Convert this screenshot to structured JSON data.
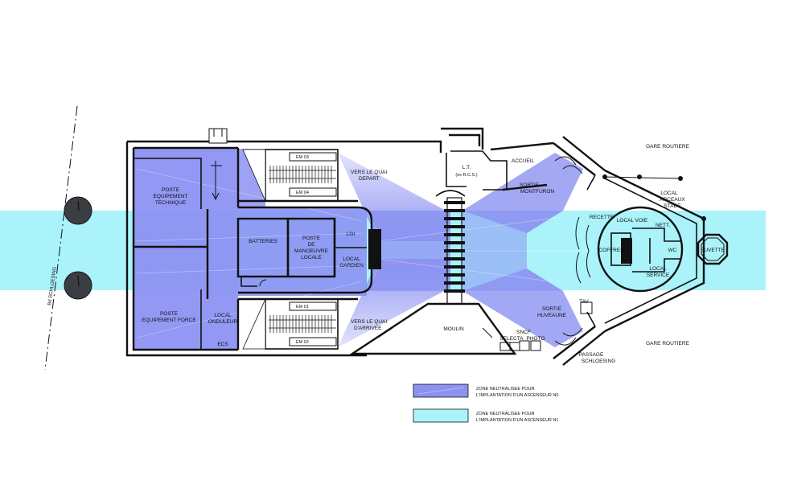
{
  "colors": {
    "zone_n0": "#8c92f2",
    "zone_n1": "#aaf3fb",
    "wall": "#111111",
    "pillar": "#3a3d42"
  },
  "labels": {
    "street": "Bd SCHLOESING",
    "poste_technique": [
      "POSTE",
      "EQUIPEMENT",
      "TECHNIQUE"
    ],
    "poste_force": [
      "POSTE",
      "EQUIPEMENT FORCE"
    ],
    "local_onduleur": [
      "LOCAL",
      "ONDULEUR"
    ],
    "ecs": "ECS",
    "batteries": "BATTERIES",
    "poste_manoeuvre": [
      "POSTE",
      "DE",
      "MANOEUVRE",
      "LOCALE"
    ],
    "lgi": "LGI",
    "local_gardien": [
      "LOCAL",
      "GARDIEN"
    ],
    "em03": "EM 03",
    "em04": "EM 04",
    "em01": "EM 01",
    "em02": "EM 02",
    "quai_depart": [
      "VERS LE QUAI",
      "DEPART"
    ],
    "quai_arrivee": [
      "VERS LE QUAI",
      "D'ARRIVEE"
    ],
    "lt": [
      "L.T.",
      "(ex R.C.S.)"
    ],
    "accueil": "ACCUEIL",
    "sortie_montfuron": [
      "SORTIE",
      "MONTFURON"
    ],
    "moulin": "MOULIN",
    "sncf": "SNCF",
    "selecta": "SELECTA",
    "photo": "PHOTO",
    "sortie_huveaune": [
      "SORTIE",
      "HUVEAUNE"
    ],
    "tav": "TAV",
    "passage": [
      "PASSAGE",
      "SCHLOESING"
    ],
    "gare_routiere_top": "GARE ROUTIERE",
    "gare_routiere_bottom": "GARE ROUTIERE",
    "local_arceaux": [
      "LOCAL",
      "ARCEAUX",
      "STADE"
    ],
    "recette": "RECETTE",
    "local_voie": "LOCAL VOIE",
    "nett": "NETT.",
    "coffres": "COFFRES",
    "wc": "WC",
    "local_service": [
      "LOCAL",
      "SERVICE"
    ],
    "buvette": "BUVETTE"
  },
  "legend": {
    "n0": [
      "ZONE NEUTRALISEE POUR",
      "L'IMPLANTATION D'UN ASCENSEUR N0"
    ],
    "n1": [
      "ZONE NEUTRALISEE POUR",
      "L'IMPLANTATION D'UN ASCENSEUR N1"
    ]
  }
}
